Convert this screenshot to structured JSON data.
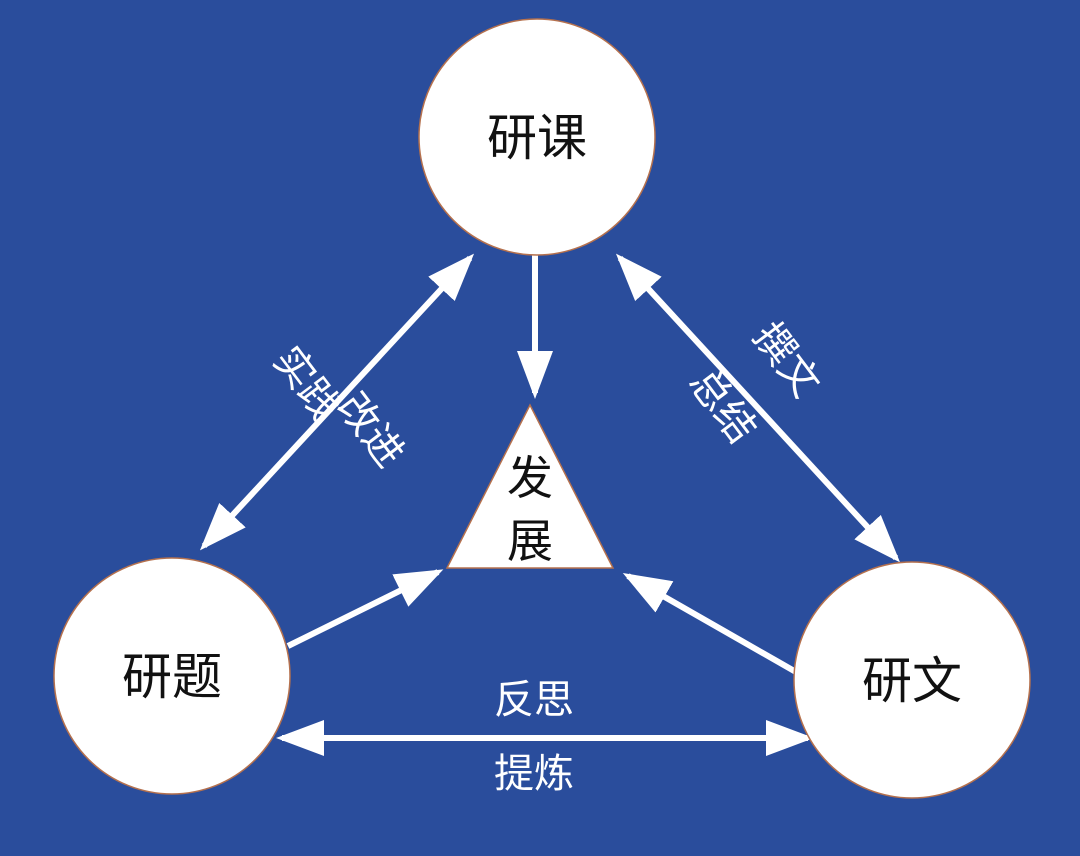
{
  "colors": {
    "background": "#2a4d9c",
    "node_fill": "#ffffff",
    "node_stroke": "#b5714e",
    "arrow": "#ffffff",
    "node_text": "#111111",
    "edge_text": "#ffffff"
  },
  "nodes": {
    "top": "研课",
    "left": "研题",
    "right": "研文",
    "center_line1": "发",
    "center_line2": "展"
  },
  "edges": {
    "top_left_line1": "实践",
    "top_left_line2": "改进",
    "top_right_line1": "撰文",
    "top_right_line2": "总结",
    "bottom_line1": "反思",
    "bottom_line2": "提炼"
  }
}
